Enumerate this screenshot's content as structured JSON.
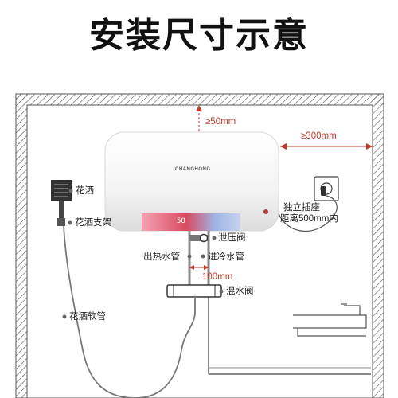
{
  "title": "安装尺寸示意",
  "brand": "CHANGHONG",
  "display_value": "58",
  "dimensions": {
    "top_clearance": "≥50mm",
    "side_clearance": "≥300mm",
    "pipe_spacing": "100mm"
  },
  "labels": {
    "shower_head": "花洒",
    "shower_holder": "花洒支架",
    "shower_hose": "花洒软管",
    "relief_valve": "泄压阀",
    "hot_outlet_pipe": "出热水管",
    "cold_inlet_pipe": "进冷水管",
    "mixing_valve": "混水阀",
    "socket_line1": "独立插座",
    "socket_line2": "距离500mm内"
  },
  "colors": {
    "accent_red": "#c0392b",
    "wall_hatch": "#555555"
  }
}
